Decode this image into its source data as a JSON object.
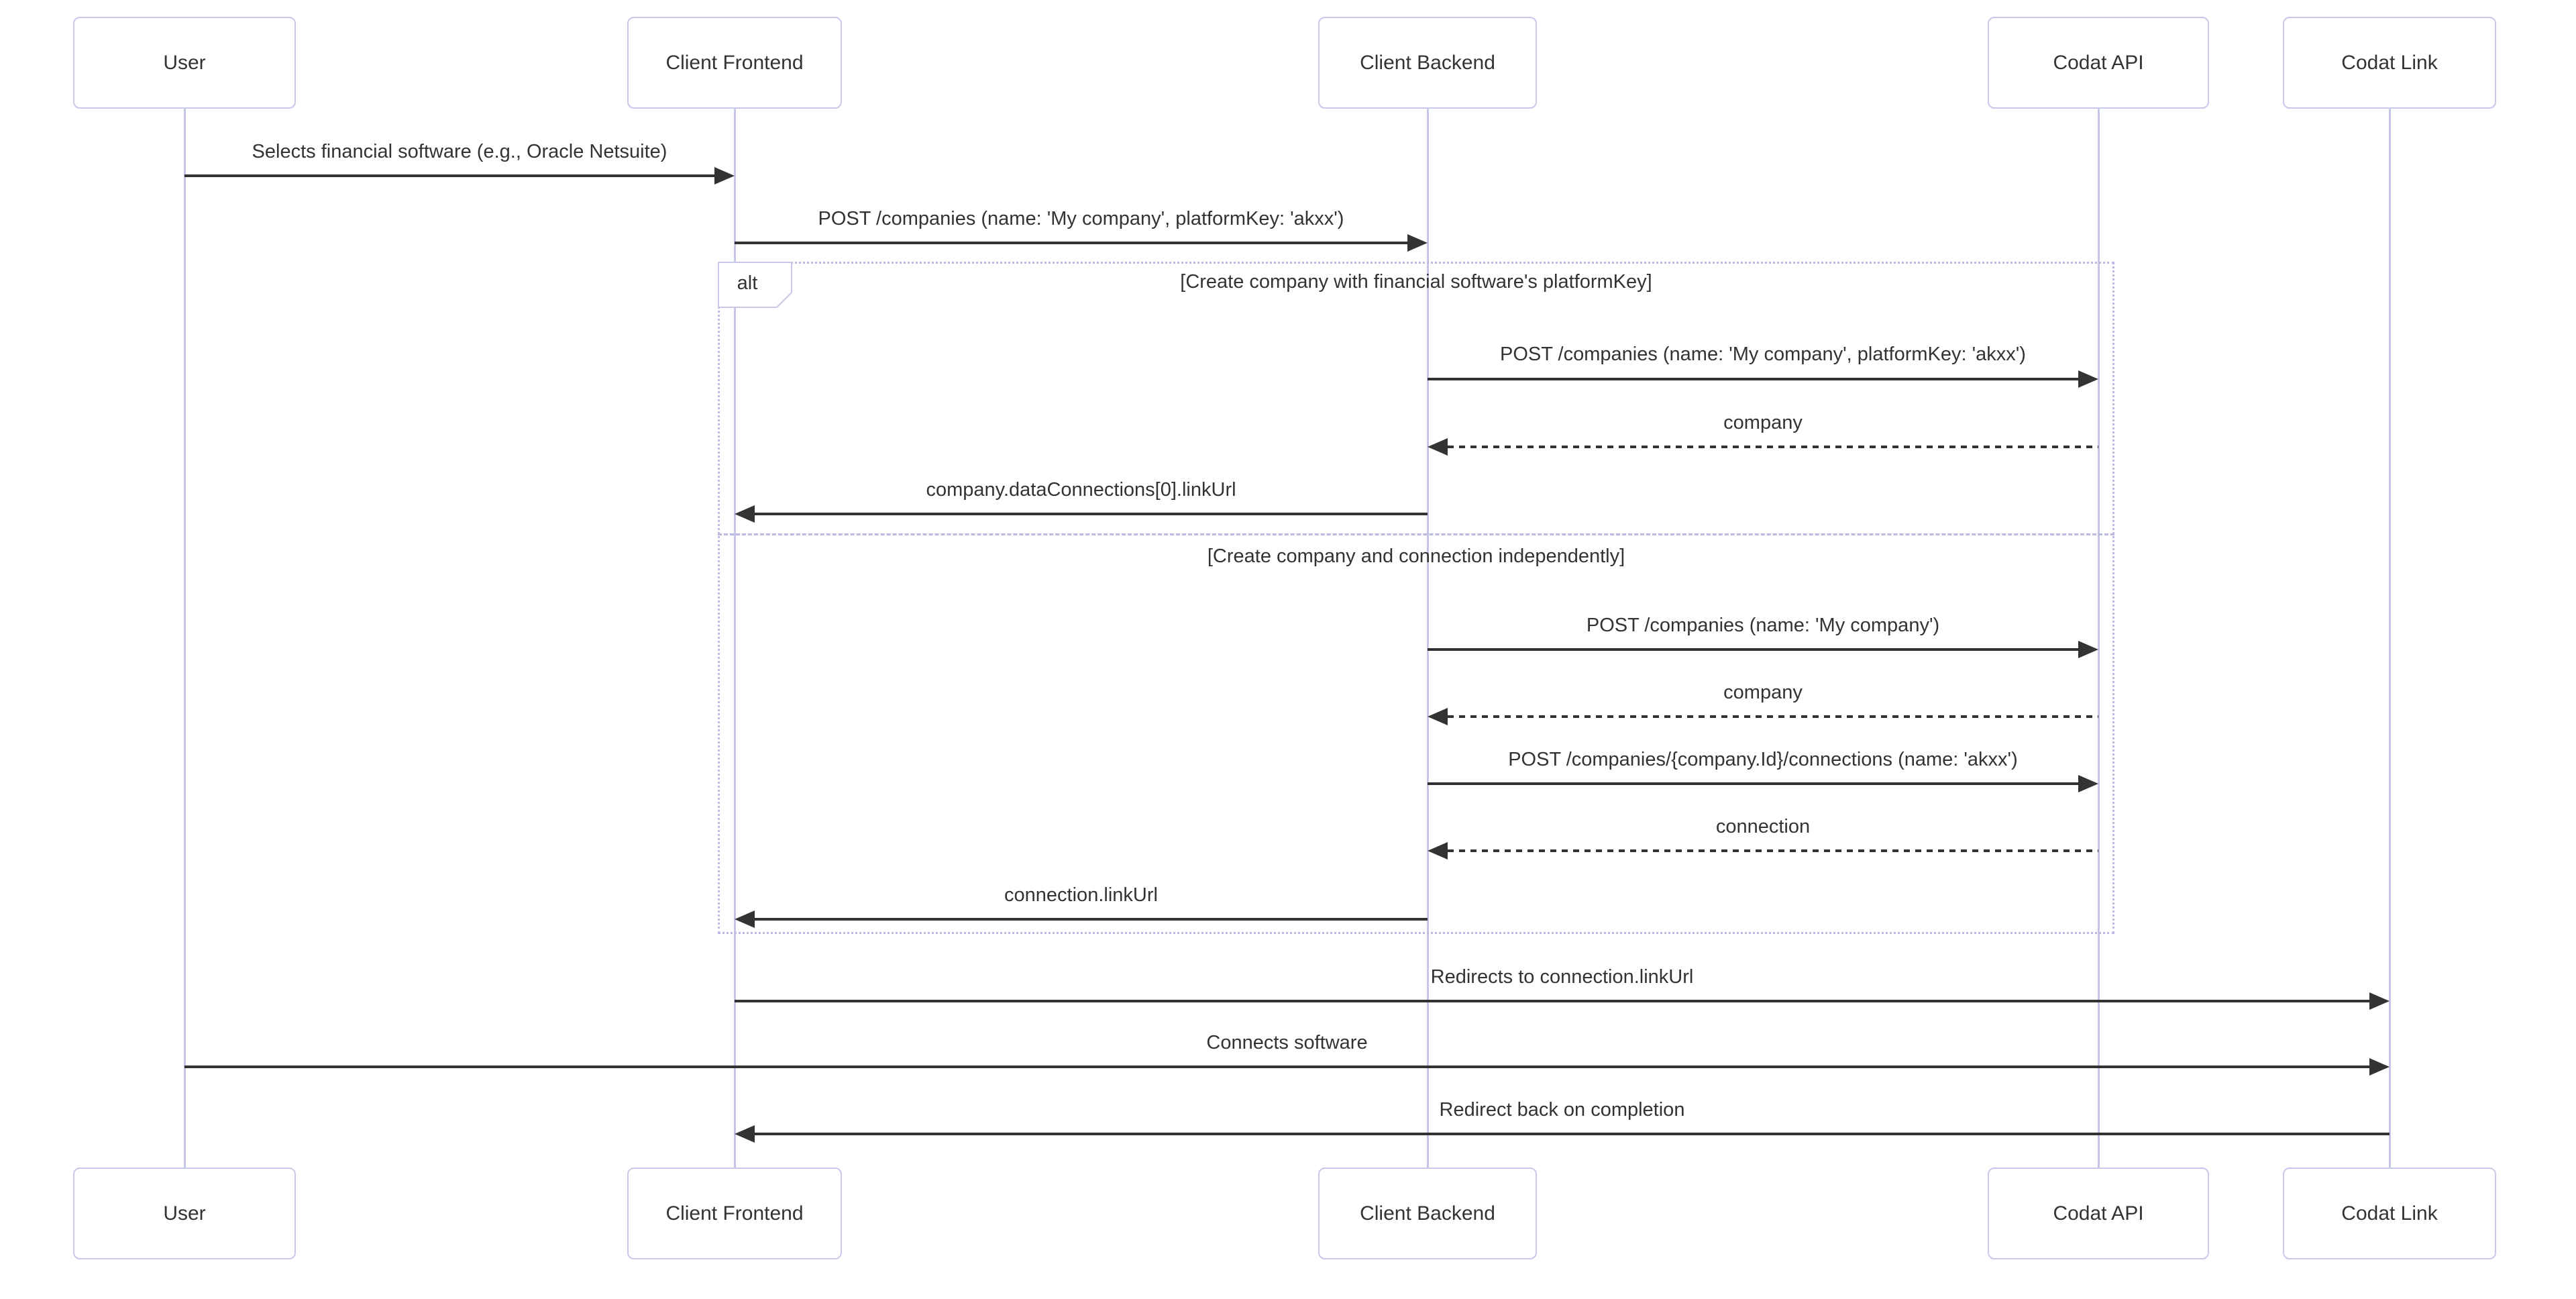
{
  "diagram": {
    "type": "sequence",
    "actors": [
      {
        "name": "User"
      },
      {
        "name": "Client Frontend"
      },
      {
        "name": "Client Backend"
      },
      {
        "name": "Codat API"
      },
      {
        "name": "Codat Link"
      }
    ],
    "messages": [
      {
        "from": "User",
        "to": "Client Frontend",
        "style": "solid",
        "label": "Selects financial software (e.g., Oracle Netsuite)"
      },
      {
        "from": "Client Frontend",
        "to": "Client Backend",
        "style": "solid",
        "label": "POST /companies (name: 'My company', platformKey: 'akxx')"
      },
      {
        "from": "Client Backend",
        "to": "Codat API",
        "style": "solid",
        "label": "POST /companies (name: 'My company', platformKey: 'akxx')"
      },
      {
        "from": "Codat API",
        "to": "Client Backend",
        "style": "dashed",
        "label": "company"
      },
      {
        "from": "Client Backend",
        "to": "Client Frontend",
        "style": "solid",
        "label": "company.dataConnections[0].linkUrl"
      },
      {
        "from": "Client Backend",
        "to": "Codat API",
        "style": "solid",
        "label": "POST /companies (name: 'My company')"
      },
      {
        "from": "Codat API",
        "to": "Client Backend",
        "style": "dashed",
        "label": "company"
      },
      {
        "from": "Client Backend",
        "to": "Codat API",
        "style": "solid",
        "label": "POST /companies/{company.Id}/connections (name: 'akxx')"
      },
      {
        "from": "Codat API",
        "to": "Client Backend",
        "style": "dashed",
        "label": "connection"
      },
      {
        "from": "Client Backend",
        "to": "Client Frontend",
        "style": "solid",
        "label": "connection.linkUrl"
      },
      {
        "from": "Client Frontend",
        "to": "Codat Link",
        "style": "solid",
        "label": "Redirects to connection.linkUrl"
      },
      {
        "from": "User",
        "to": "Codat Link",
        "style": "solid",
        "label": "Connects software"
      },
      {
        "from": "Codat Link",
        "to": "Client Frontend",
        "style": "solid",
        "label": "Redirect back on completion"
      }
    ],
    "alt": {
      "label": "alt",
      "sections": [
        {
          "condition": "[Create company with financial software's platformKey]"
        },
        {
          "condition": "[Create company and connection independently]"
        }
      ]
    },
    "colors": {
      "actor_border": "#c8c8ea",
      "actor_fill": "#ffffff",
      "lifeline": "#c5c5e8",
      "frame_border": "#b9b9e2",
      "arrow": "#333333",
      "text": "#333333"
    }
  }
}
